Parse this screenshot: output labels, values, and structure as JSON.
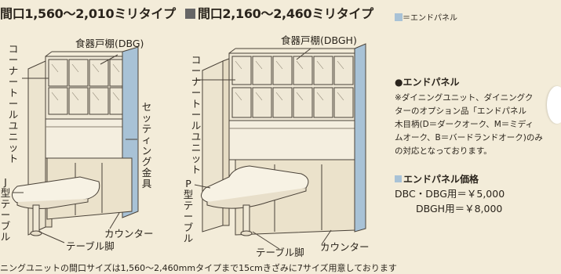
{
  "left_section": {
    "heading": "間口1,560～2,010ミリタイプ",
    "label_cabinet": "食器戸棚(DBG)",
    "label_corner_unit": "コーナートールユニット",
    "label_setting": "セッティング金具",
    "label_table": "J型テーブル",
    "label_counter": "カウンター",
    "label_leg": "テーブル脚"
  },
  "right_section": {
    "heading": "間口2,160～2,460ミリタイプ",
    "label_cabinet": "食器戸棚(DBGH)",
    "label_corner_unit": "コーナートールユニット",
    "label_table": "P型テーブル",
    "label_leg": "テーブル脚",
    "label_counter": "カウンター"
  },
  "legend": {
    "text": "＝エンドパネル",
    "swatch_color": "#a8c2d6"
  },
  "end_panel": {
    "title": "●エンドパネル",
    "body": [
      "※ダイニングユニット、ダイニングク",
      "ターのオプション品「エンドパネル",
      "木目柄(D＝ダークオーク、M＝ミディ",
      "ムオーク、B＝バードランドオーク)のみ",
      "の対応となっております。"
    ],
    "price_title": "エンドパネル価格",
    "prices": [
      "DBC・DBG用＝￥5,000",
      "DBGH用＝￥8,000"
    ]
  },
  "footer_note": "ニングユニットの間口サイズは1,560～2,460mmタイプまで15cmきざみに7サイズ用意しております"
}
